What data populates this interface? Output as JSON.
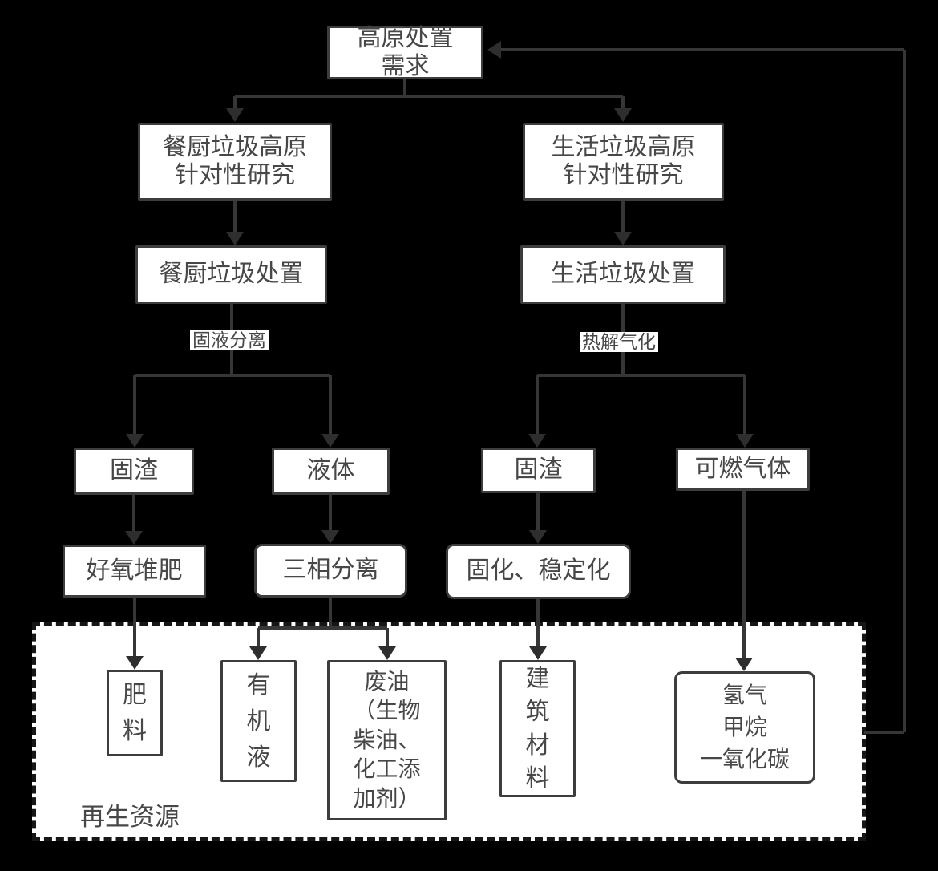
{
  "colors": {
    "background": "#000000",
    "box_fill": "#ffffff",
    "box_border": "#3d3d3d",
    "text": "#474747",
    "line": "#363636",
    "arrowhead": "#2e2e2e",
    "dashed_border": "#161616"
  },
  "nodes": {
    "demand": {
      "label": "高原处置\n需求"
    },
    "kitchen_research": {
      "label": "餐厨垃圾高原\n针对性研究"
    },
    "domestic_research": {
      "label": "生活垃圾高原\n针对性研究"
    },
    "kitchen_disposal": {
      "label": "餐厨垃圾处置"
    },
    "domestic_disposal": {
      "label": "生活垃圾处置"
    },
    "solid_residue_left": {
      "label": "固渣"
    },
    "liquid": {
      "label": "液体"
    },
    "solid_residue_right": {
      "label": "固渣"
    },
    "combustible_gas": {
      "label": "可燃气体"
    },
    "aerobic_composting": {
      "label": "好氧堆肥"
    },
    "three_phase_separation": {
      "label": "三相分离"
    },
    "solidification_stabilization": {
      "label": "固化、稳定化"
    },
    "fertilizer": {
      "label": "肥\n料"
    },
    "organic_liquid": {
      "label": "有\n机\n液"
    },
    "waste_oil": {
      "label": "废油\n（生物\n柴油、\n化工添\n加剂）"
    },
    "building_material": {
      "label": "建\n筑\n材\n料"
    },
    "gases": {
      "label": "氢气\n甲烷\n一氧化碳"
    }
  },
  "edge_labels": {
    "solid_liquid_separation": "固液分离",
    "pyrolysis_gasification": "热解气化"
  },
  "region_label": "再生资源"
}
